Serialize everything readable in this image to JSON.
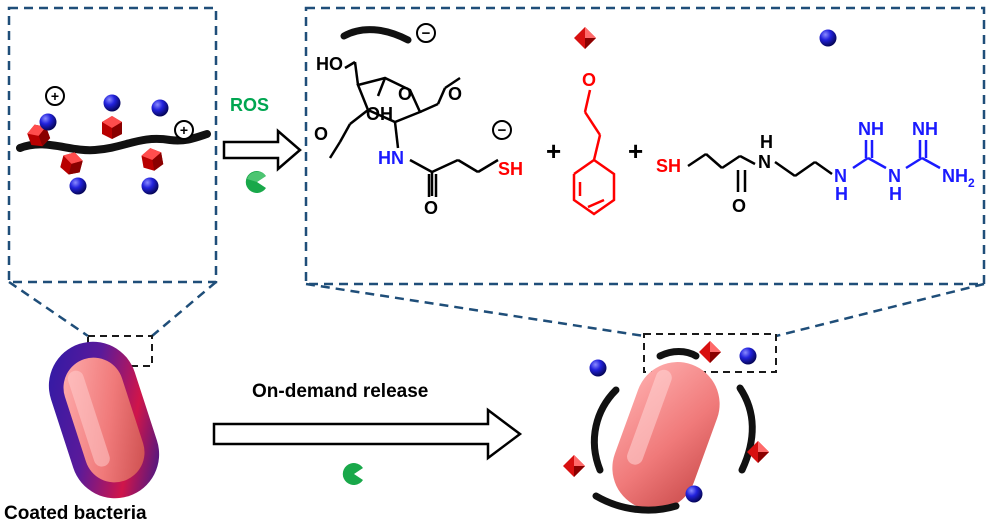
{
  "colors": {
    "frame": "#1f4e79",
    "ros": "#00a651",
    "chem_black": "#000000",
    "chem_blue": "#1a1aff",
    "chem_red": "#ff0000",
    "sphere": "#1a1acc",
    "cube": "#cc1111",
    "bacterium": "#f08080",
    "scavenger": "#19a84a"
  },
  "icons": {
    "positive_charge": "plus-circle-icon",
    "negative_charge": "minus-circle-icon",
    "ros_scavenger": "pacman-icon",
    "reaction_arrow": "hollow-arrow-icon"
  },
  "left_panel": {
    "charge_1": "+",
    "charge_2": "+"
  },
  "reaction": {
    "trigger_label": "ROS"
  },
  "products": {
    "negative_charge_polymer": "−",
    "negative_charge_thiol": "−",
    "plus_1": "+",
    "plus_2": "+",
    "chitosan": {
      "ho_top": "HO",
      "oh_ring": "OH",
      "ring_o": "O",
      "nh": "HN",
      "carbonyl_o": "O",
      "sh": "SH"
    },
    "cinnamaldehyde": {
      "aldehyde_o": "O"
    },
    "guanidine": {
      "sh": "SH",
      "amide_h": "H",
      "amide_n": "N",
      "carbonyl_o": "O",
      "nh_top_1": "NH",
      "nh_top_2": "NH",
      "n_1": "N",
      "h_1": "H",
      "n_2": "N",
      "h_2": "H",
      "nh2": "NH",
      "nh2_sub": "2"
    }
  },
  "bottom": {
    "release_label": "On-demand release",
    "coated_label": "Coated bacteria"
  }
}
